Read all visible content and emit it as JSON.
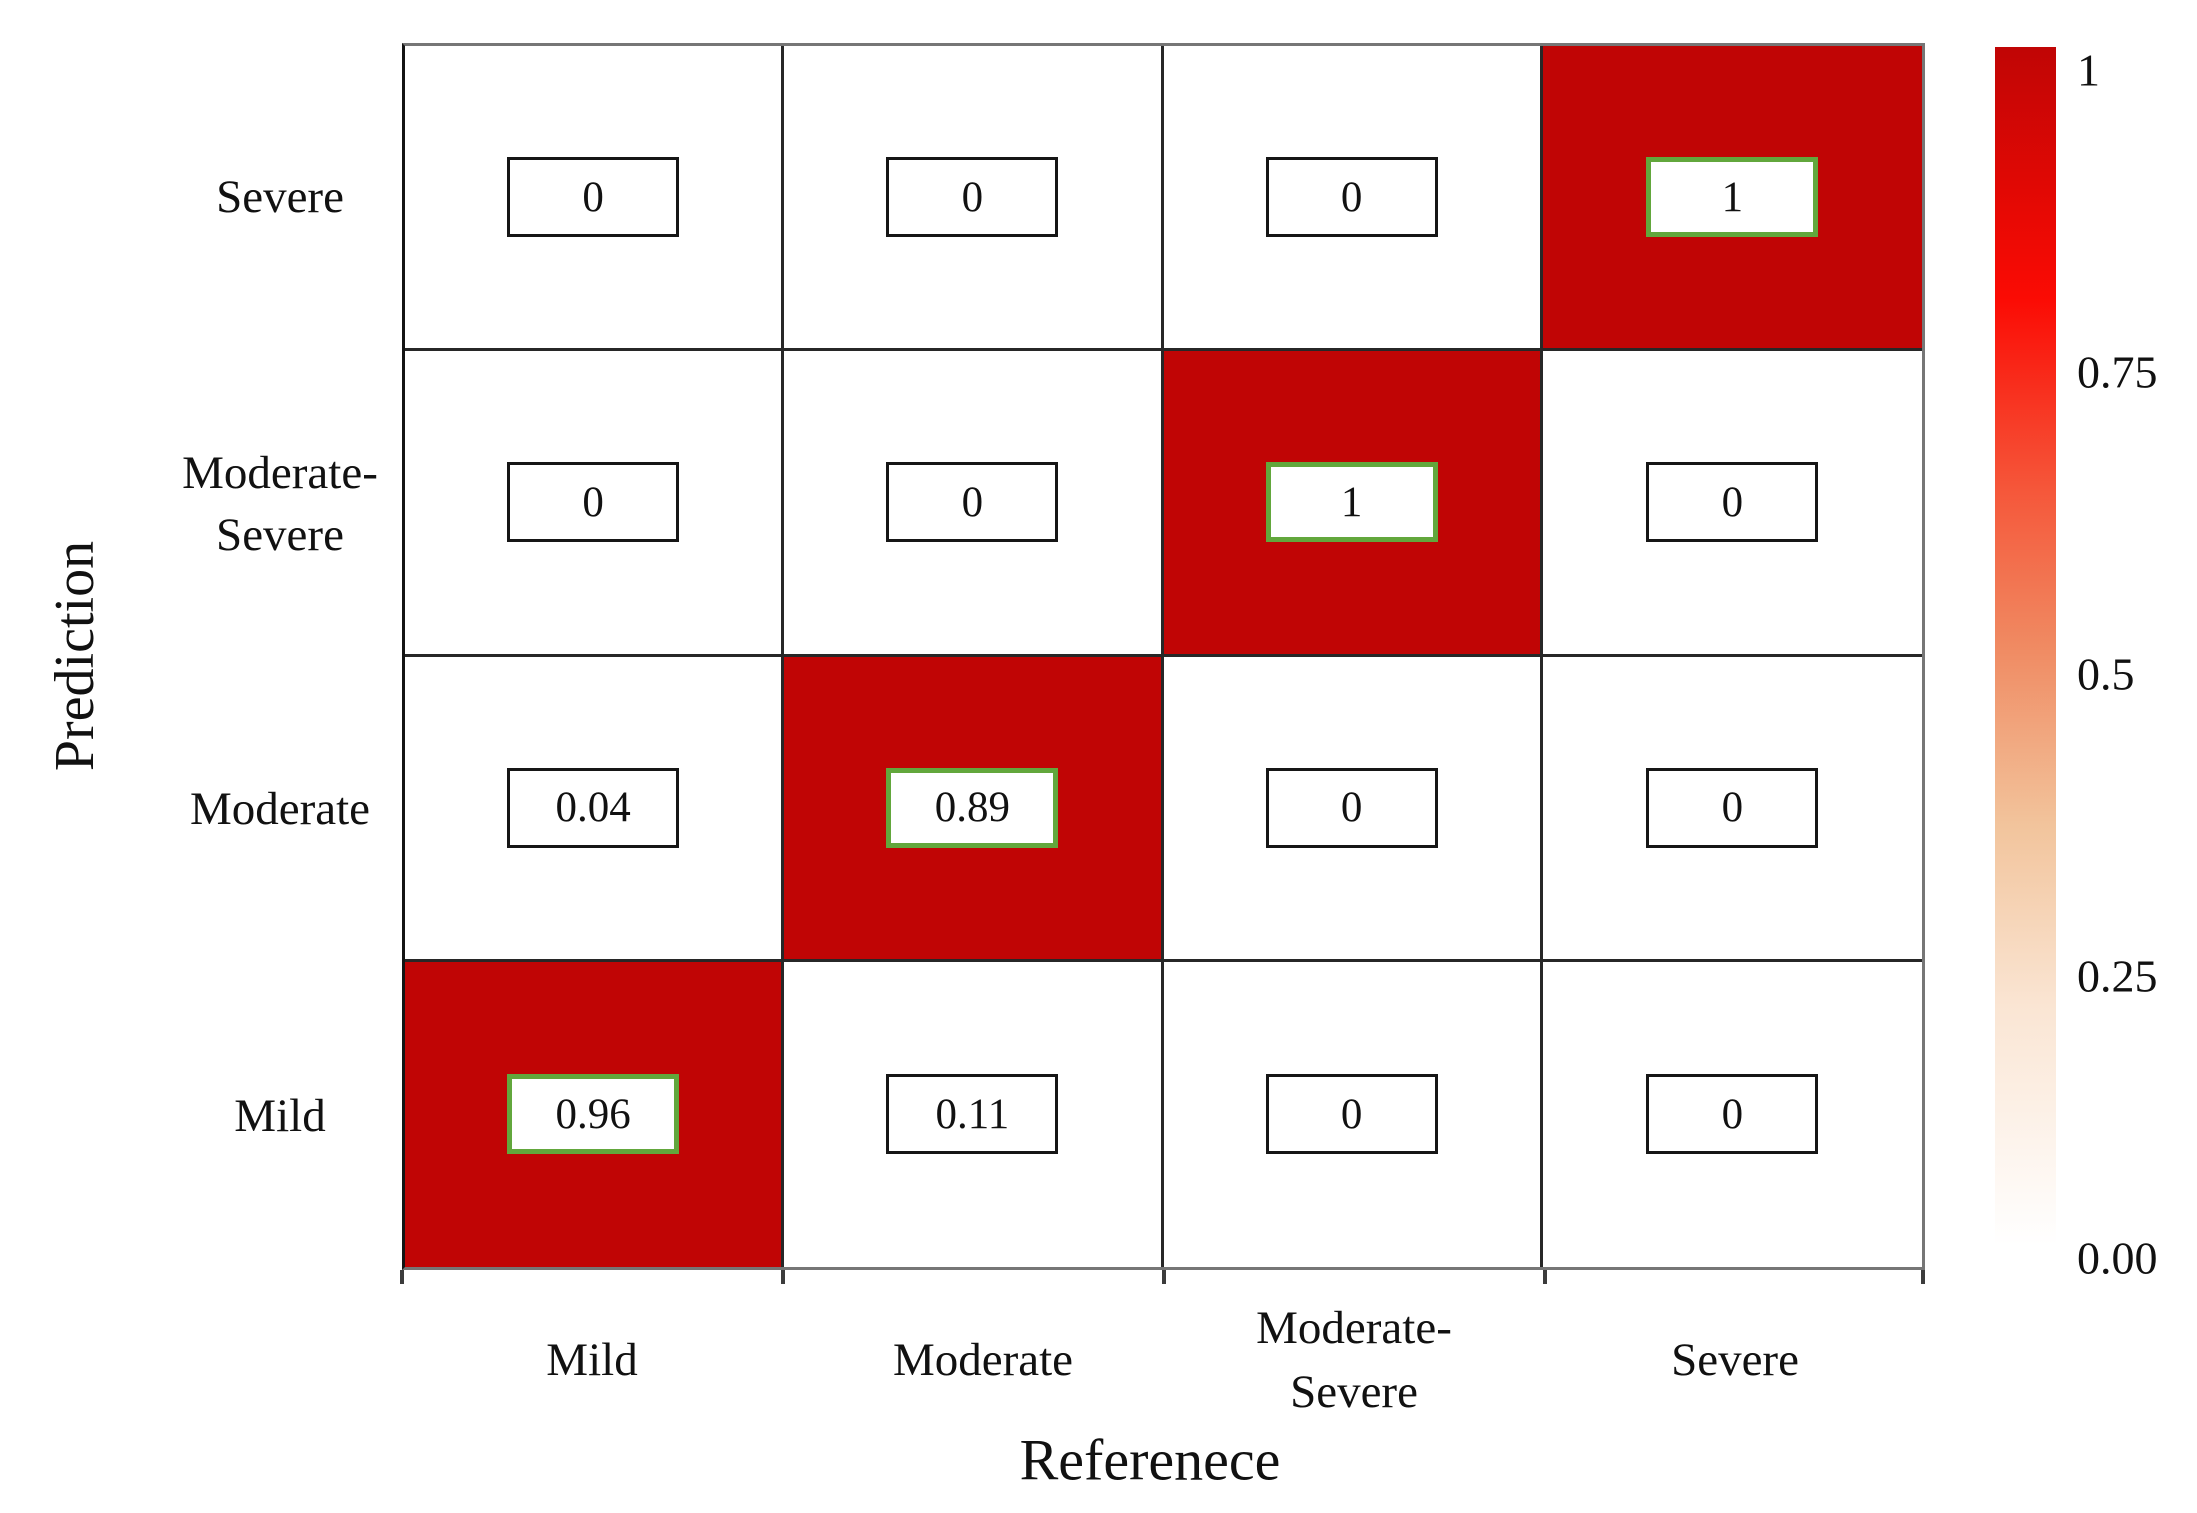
{
  "axis": {
    "y_title": "Prediction",
    "x_title": "Referenece",
    "y_tick_labels": [
      {
        "lines": [
          "Severe"
        ]
      },
      {
        "lines": [
          "Moderate-",
          "Severe"
        ]
      },
      {
        "lines": [
          "Moderate"
        ]
      },
      {
        "lines": [
          "Mild"
        ]
      }
    ],
    "x_tick_labels": [
      {
        "lines": [
          "Mild"
        ]
      },
      {
        "lines": [
          "Moderate"
        ]
      },
      {
        "lines": [
          "Moderate-",
          "Severe"
        ]
      },
      {
        "lines": [
          "Severe"
        ]
      }
    ],
    "colorbar_tick_labels": [
      "1",
      "0.75",
      "0.5",
      "0.25",
      "0.00"
    ]
  },
  "chart_data": {
    "type": "heatmap",
    "title": "",
    "xlabel": "Referenece",
    "ylabel": "Prediction",
    "x_categories": [
      "Mild",
      "Moderate",
      "Moderate-Severe",
      "Severe"
    ],
    "y_categories": [
      "Severe",
      "Moderate-Severe",
      "Moderate",
      "Mild"
    ],
    "matrix_values": [
      [
        0,
        0,
        0,
        1
      ],
      [
        0,
        0,
        1,
        0
      ],
      [
        0.04,
        0.89,
        0,
        0
      ],
      [
        0.96,
        0.11,
        0,
        0
      ]
    ],
    "value_range": [
      0,
      1
    ],
    "grid": true,
    "legend_position": "right-colorbar",
    "colorbar_ticks": [
      1,
      0.75,
      0.5,
      0.25,
      0.0
    ],
    "rows": [
      {
        "label": "Severe",
        "cells": [
          {
            "value": "0",
            "filled": false,
            "highlighted": false
          },
          {
            "value": "0",
            "filled": false,
            "highlighted": false
          },
          {
            "value": "0",
            "filled": false,
            "highlighted": false
          },
          {
            "value": "1",
            "filled": true,
            "highlighted": true
          }
        ]
      },
      {
        "label": "Moderate-Severe",
        "cells": [
          {
            "value": "0",
            "filled": false,
            "highlighted": false
          },
          {
            "value": "0",
            "filled": false,
            "highlighted": false
          },
          {
            "value": "1",
            "filled": true,
            "highlighted": true
          },
          {
            "value": "0",
            "filled": false,
            "highlighted": false
          }
        ]
      },
      {
        "label": "Moderate",
        "cells": [
          {
            "value": "0.04",
            "filled": false,
            "highlighted": false
          },
          {
            "value": "0.89",
            "filled": true,
            "highlighted": true
          },
          {
            "value": "0",
            "filled": false,
            "highlighted": false
          },
          {
            "value": "0",
            "filled": false,
            "highlighted": false
          }
        ]
      },
      {
        "label": "Mild",
        "cells": [
          {
            "value": "0.96",
            "filled": true,
            "highlighted": true
          },
          {
            "value": "0.11",
            "filled": false,
            "highlighted": false
          },
          {
            "value": "0",
            "filled": false,
            "highlighted": false
          },
          {
            "value": "0",
            "filled": false,
            "highlighted": false
          }
        ]
      }
    ]
  },
  "colors": {
    "cell_fill_red": "#c00505",
    "highlight_border_green": "#62a73c",
    "box_border": "#161616",
    "grid_line": "#272727",
    "outer_border": "#767676",
    "text": "#111111",
    "colorbar_stops": [
      [
        "#c00505",
        "0%"
      ],
      [
        "#fb0b04",
        "21%"
      ],
      [
        "#f5573a",
        "37%"
      ],
      [
        "#f08a62",
        "50%"
      ],
      [
        "#f2c49c",
        "65%"
      ],
      [
        "#fae5d3",
        "80%"
      ],
      [
        "#ffffff",
        "100%"
      ]
    ]
  }
}
